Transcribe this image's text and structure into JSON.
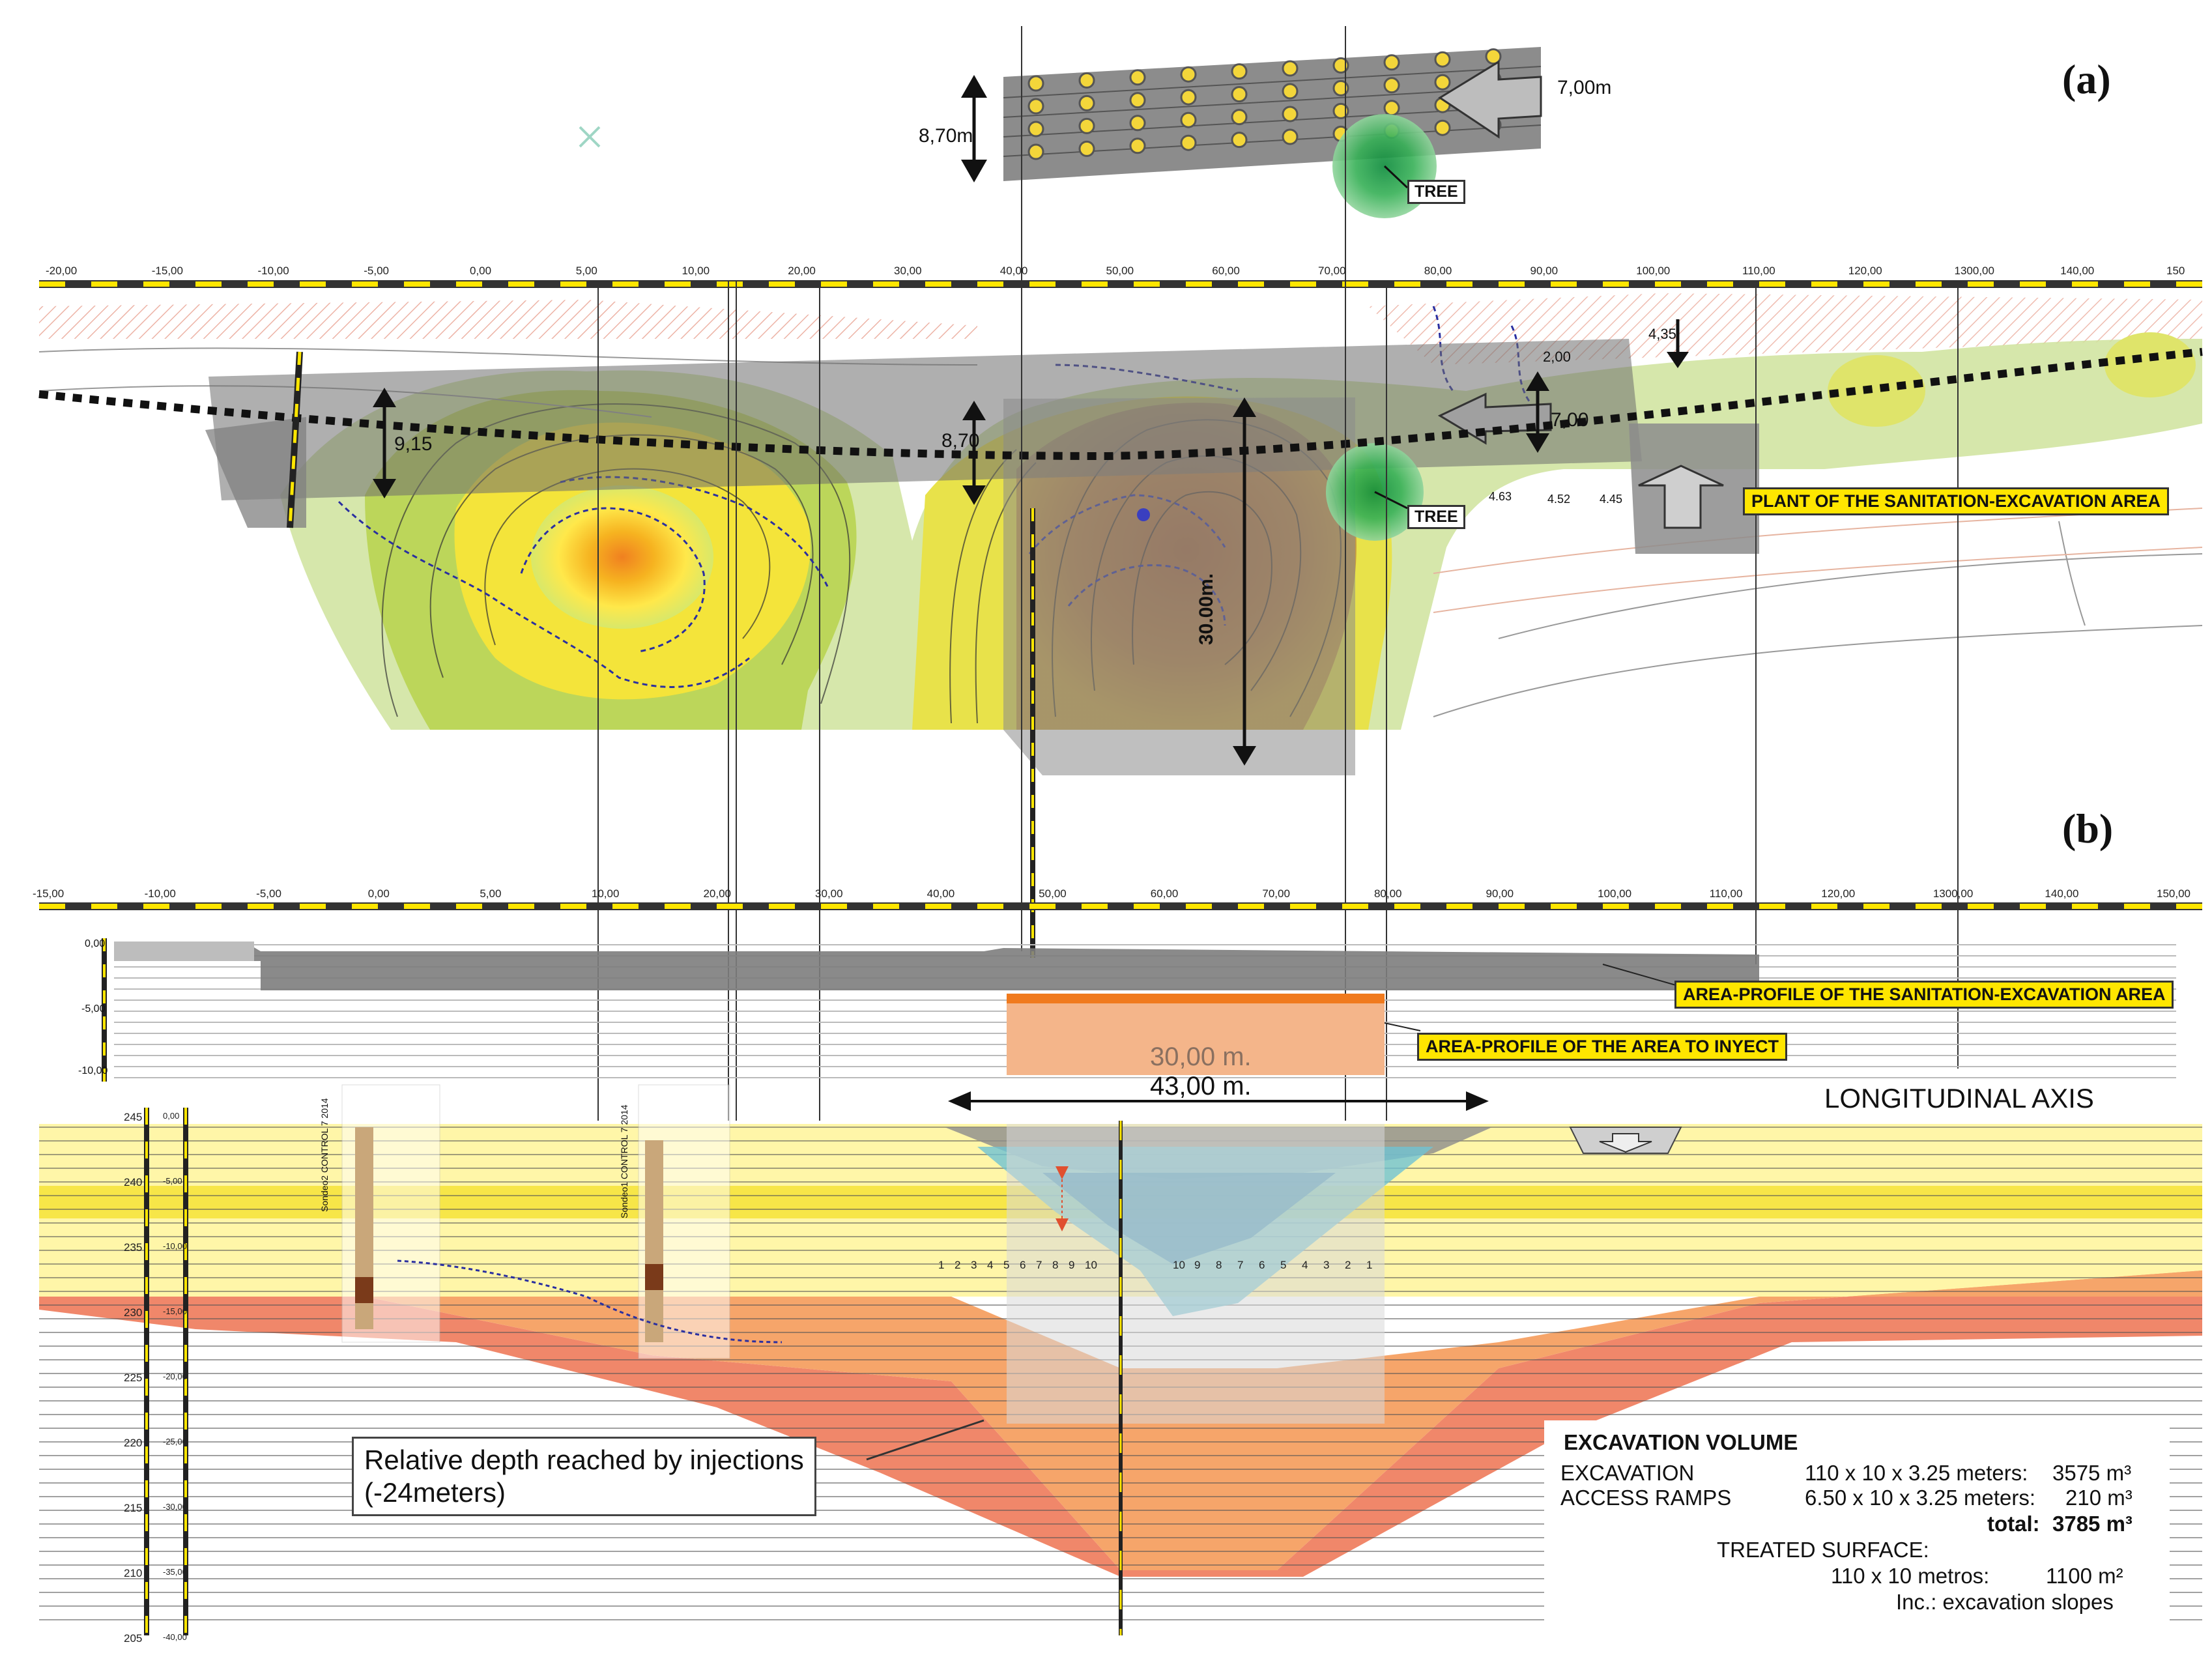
{
  "panel_a": {
    "label": "(a)",
    "dim_width_top": "7,00m",
    "dim_height_top": "8,70m",
    "tree_top": "TREE",
    "dim_left": "9,15",
    "dim_mid": "8,70",
    "dim_depth": "30.00m.",
    "dim_right": "7,00",
    "dim_small_1": "2,00",
    "dim_small_2": "4,35",
    "tree_mid": "TREE",
    "plant_label": "PLANT OF THE SANITATION-EXCAVATION AREA",
    "vals": [
      "4.63",
      "4.52",
      "4.45"
    ],
    "ruler_ticks": [
      "-20,00",
      "-15,00",
      "-10,00",
      "-5,00",
      "0,00",
      "5,00",
      "10,00",
      "20,00",
      "30,00",
      "40,00",
      "50,00",
      "60,00",
      "70,00",
      "80,00",
      "90,00",
      "100,00",
      "110,00",
      "120,00",
      "1300,00",
      "140,00",
      "150"
    ]
  },
  "panel_b": {
    "label": "(b)",
    "ruler_ticks": [
      "-15,00",
      "-10,00",
      "-5,00",
      "0,00",
      "5,00",
      "10,00",
      "20,00",
      "30,00",
      "40,00",
      "50,00",
      "60,00",
      "70,00",
      "80,00",
      "90,00",
      "100,00",
      "110,00",
      "120,00",
      "1300,00",
      "140,00",
      "150,00"
    ],
    "profile_depths": [
      "0,00",
      "-5,00",
      "-10,00"
    ],
    "excavation_profile_label": "AREA-PROFILE OF THE SANITATION-EXCAVATION AREA",
    "inject_profile_label": "AREA-PROFILE OF THE AREA TO INYECT",
    "dim_inject": "30,00 m.",
    "dim_total": "43,00 m.",
    "longitudinal_axis": "LONGITUDINAL AXIS",
    "boreholes": [
      "Sondeo2  CONTROL 7 2014",
      "Sondeo1  CONTROL 7 2014"
    ],
    "elevations": [
      "245",
      "240",
      "235",
      "230",
      "225",
      "220",
      "215",
      "210",
      "205"
    ],
    "depth_marks": [
      "0,00",
      "-5,00",
      "-10,00",
      "-15,00",
      "-20,00",
      "-25,00",
      "-30,00",
      "-35,00",
      "-40,00"
    ],
    "injection_numbers_left": [
      "1",
      "2",
      "3",
      "4",
      "5",
      "6",
      "7",
      "8",
      "9",
      "10"
    ],
    "injection_numbers_right": [
      "10",
      "9",
      "8",
      "7",
      "6",
      "5",
      "4",
      "3",
      "2",
      "1"
    ],
    "callout": [
      "Relative depth reached by injections",
      "(-24meters)"
    ],
    "volume_table": {
      "title": "EXCAVATION VOLUME",
      "rows": [
        {
          "label": "EXCAVATION",
          "calc": "110 x 10 x 3.25  meters:",
          "value": "3575 m³"
        },
        {
          "label": "ACCESS RAMPS",
          "calc": "6.50 x 10 x 3.25 meters:",
          "value": "210 m³"
        }
      ],
      "total_label": "total:",
      "total_value": "3785 m³",
      "treated_title": "TREATED SURFACE:",
      "treated_calc": "110 x 10 metros:",
      "treated_value": "1100 m²",
      "treated_note": "Inc.: excavation slopes"
    }
  },
  "colors": {
    "yellow": "#ffe600",
    "orange": "#f07d3a",
    "salmon": "#f0876a",
    "grey_band": "#8a8a8a",
    "teal": "#59b9c9",
    "green": "#2db34a"
  }
}
